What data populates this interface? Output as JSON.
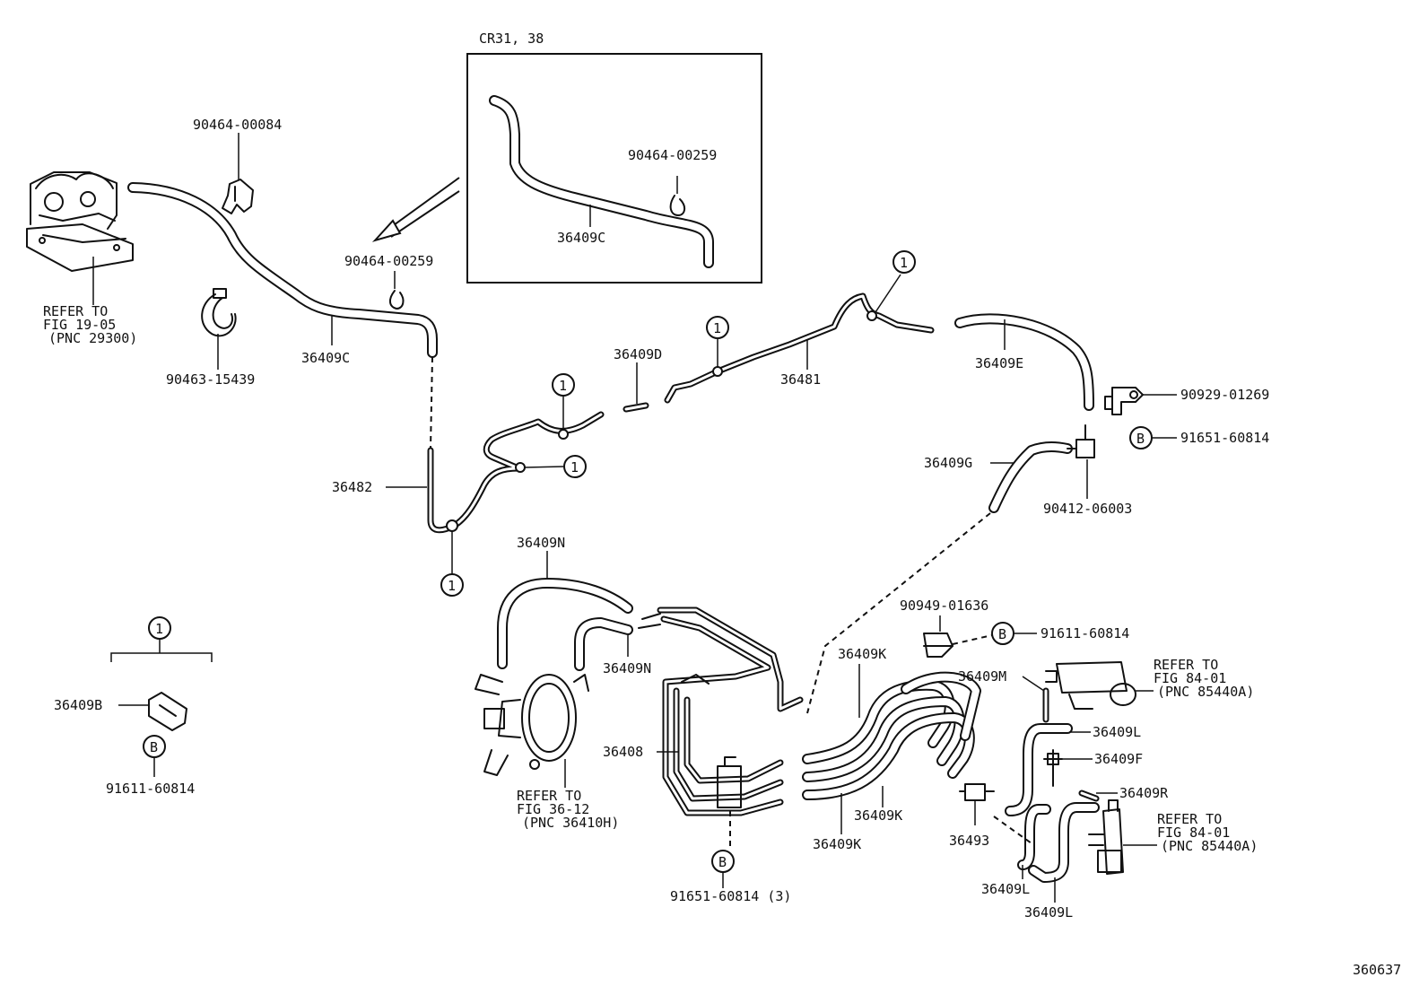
{
  "diagram_id": "360637",
  "inset": {
    "title": "CR31, 38",
    "part_hose": "36409C",
    "part_clip": "90464-00259"
  },
  "markers": {
    "one": "1",
    "b": "B"
  },
  "labels": {
    "clip_84": "90464-00084",
    "clip_259": "90464-00259",
    "clamp_439": "90463-15439",
    "hose_c": "36409C",
    "refer_19_l1": "REFER TO",
    "refer_19_l2": "FIG 19-05",
    "refer_19_l3": "(PNC 29300)",
    "tube_d": "36409D",
    "tube_481": "36481",
    "hose_e": "36409E",
    "bracket_269": "90929-01269",
    "bolt_814_b": "91651-60814",
    "hose_g": "36409G",
    "union_003": "90412-06003",
    "tube_482": "36482",
    "hose_n1": "36409N",
    "hose_n2": "36409N",
    "legend_b": "36409B",
    "legend_bolt": "91611-60814",
    "clamp_636": "90949-01636",
    "bolt_611": "91611-60814",
    "hose_k1": "36409K",
    "hose_m": "36409M",
    "refer_84a_l1": "REFER TO",
    "refer_84a_l2": "FIG 84-01",
    "refer_84a_l3": "(PNC 85440A)",
    "tube_408": "36408",
    "hose_l1": "36409L",
    "hose_f": "36409F",
    "hose_r": "36409R",
    "refer_36_l1": "REFER TO",
    "refer_36_l2": "FIG 36-12",
    "refer_36_l3": "(PNC 36410H)",
    "hose_k2": "36409K",
    "hose_k3": "36409K",
    "valve_493": "36493",
    "refer_84b_l1": "REFER TO",
    "refer_84b_l2": "FIG 84-01",
    "refer_84b_l3": "(PNC 85440A)",
    "hose_l2": "36409L",
    "hose_l3": "36409L",
    "bolt_814_3": "91651-60814 (3)"
  }
}
